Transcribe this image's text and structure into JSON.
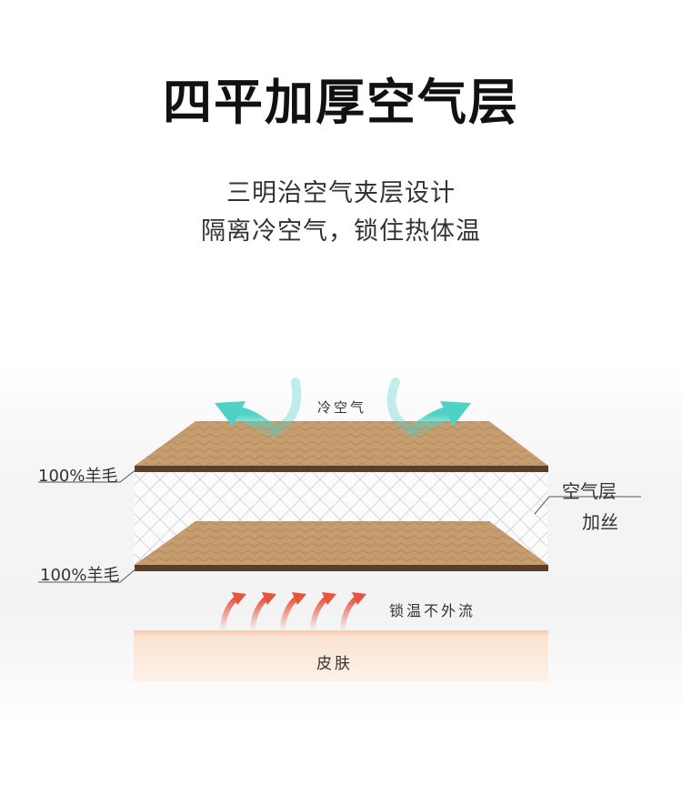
{
  "header": {
    "title": "四平加厚空气层",
    "subtitle_line1": "三明治空气夹层设计",
    "subtitle_line2": "隔离冷空气，锁住热体温"
  },
  "diagram": {
    "cold_air_label": "冷空气",
    "top_layer_label": "100%羊毛",
    "bottom_layer_label": "100%羊毛",
    "air_layer_label": "空气层",
    "wire_label": "加丝",
    "warmth_label": "锁温不外流",
    "skin_label": "皮肤"
  },
  "colors": {
    "wool_fill": "#c69d6e",
    "wool_edge": "#5a3e2b",
    "cold_arrow": "#4fd1c5",
    "warm_arrow": "#e8533c",
    "skin_fill": "#fbe6d6",
    "skin_top": "#f7c9a4"
  }
}
